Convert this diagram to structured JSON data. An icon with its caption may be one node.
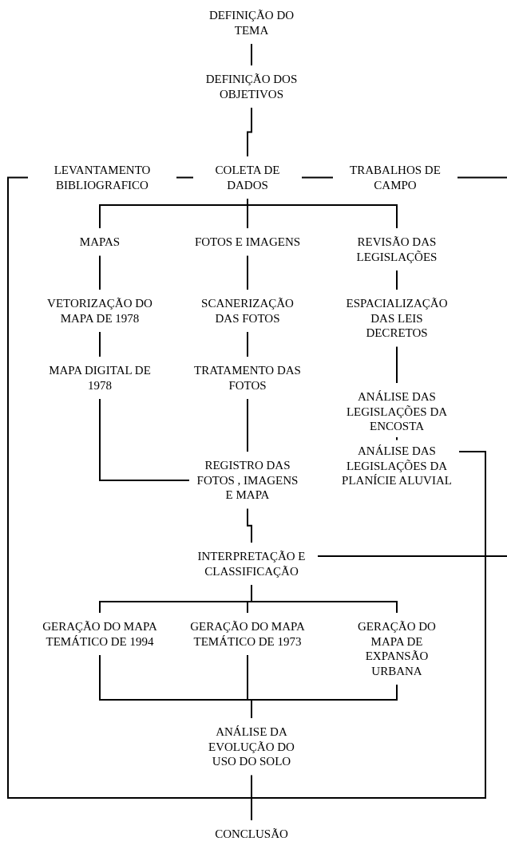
{
  "diagram": {
    "nodes": [
      {
        "text": [
          "DEFINIÇÃO DO TEMA"
        ]
      },
      {
        "text": [
          "DEFINIÇÃO DOS OBJETIVOS"
        ]
      },
      {
        "text": [
          "LEVANTAMENTO BIBLIOGRAFICO"
        ]
      },
      {
        "text": [
          "COLETA DE DADOS"
        ]
      },
      {
        "text": [
          "TRABALHOS DE CAMPO"
        ]
      },
      {
        "text": [
          "MAPAS"
        ]
      },
      {
        "text": [
          "FOTOS E IMAGENS"
        ]
      },
      {
        "text": [
          "REVISÃO DAS LEGISLAÇÕES"
        ]
      },
      {
        "text": [
          "VETORIZAÇÃO DO MAPA DE 1978"
        ]
      },
      {
        "text": [
          "SCANERIZAÇÃO DAS FOTOS"
        ]
      },
      {
        "text": [
          "ESPACIALIZAÇÃO DAS LEIS DECRETOS"
        ]
      },
      {
        "text": [
          "MAPA DIGITAL DE 1978"
        ]
      },
      {
        "text": [
          "TRATAMENTO DAS FOTOS"
        ]
      },
      {
        "text": [
          "ANÁLISE DAS LEGISLAÇÕES DA ENCOSTA"
        ]
      },
      {
        "text": [
          "REGISTRO DAS FOTOS , IMAGENS E MAPA"
        ]
      },
      {
        "text": [
          "ANÁLISE DAS LEGISLAÇÕES DA PLANÍCIE ALUVIAL"
        ]
      },
      {
        "text": [
          "INTERPRETAÇÃO E CLASSIFICAÇÃO"
        ]
      },
      {
        "text": [
          "GERAÇÃO DO MAPA TEMÁTICO DE 1994"
        ]
      },
      {
        "text": [
          "GERAÇÃO DO MAPA TEMÁTICO DE 1973"
        ]
      },
      {
        "text": [
          "GERAÇÃO DO MAPA DE EXPANSÃO URBANA"
        ]
      },
      {
        "text": [
          "ANÁLISE DA EVOLUÇÃO DO USO DO SOLO"
        ]
      },
      {
        "text": [
          "CONCLUSÃO"
        ]
      }
    ],
    "edges": [
      {
        "from": 0,
        "to": 1,
        "arrow": "none"
      },
      {
        "from": 1,
        "to": 3,
        "arrow": "none"
      },
      {
        "from": 2,
        "to": 3,
        "arrow": "none"
      },
      {
        "from": 3,
        "to": 4,
        "arrow": "none"
      },
      {
        "from": 3,
        "to": 5,
        "arrow": "none"
      },
      {
        "from": 3,
        "to": 6,
        "arrow": "none"
      },
      {
        "from": 3,
        "to": 7,
        "arrow": "none"
      },
      {
        "from": 5,
        "to": 8,
        "arrow": "none"
      },
      {
        "from": 6,
        "to": 9,
        "arrow": "none"
      },
      {
        "from": 7,
        "to": 10,
        "arrow": "none"
      },
      {
        "from": 8,
        "to": 11,
        "arrow": "none"
      },
      {
        "from": 9,
        "to": 12,
        "arrow": "none"
      },
      {
        "from": 10,
        "to": 13,
        "arrow": "none"
      },
      {
        "from": 11,
        "to": 14,
        "arrow": "none"
      },
      {
        "from": 12,
        "to": 14,
        "arrow": "none"
      },
      {
        "from": 13,
        "to": 15,
        "arrow": "none"
      },
      {
        "from": 14,
        "to": 16,
        "arrow": "none"
      },
      {
        "from": 16,
        "to": 17,
        "arrow": "none"
      },
      {
        "from": 16,
        "to": 18,
        "arrow": "none"
      },
      {
        "from": 16,
        "to": 19,
        "arrow": "none"
      },
      {
        "from": 17,
        "to": 20,
        "arrow": "none"
      },
      {
        "from": 18,
        "to": 20,
        "arrow": "none"
      },
      {
        "from": 19,
        "to": 20,
        "arrow": "none"
      },
      {
        "from": 20,
        "to": 21,
        "arrow": "none"
      },
      {
        "from": 2,
        "to": 21,
        "arrow": "none"
      },
      {
        "from": 15,
        "to": 21,
        "arrow": "none"
      },
      {
        "from": 4,
        "to": null,
        "arrow": "none"
      },
      {
        "from": 16,
        "to": null,
        "arrow": "none"
      }
    ]
  }
}
